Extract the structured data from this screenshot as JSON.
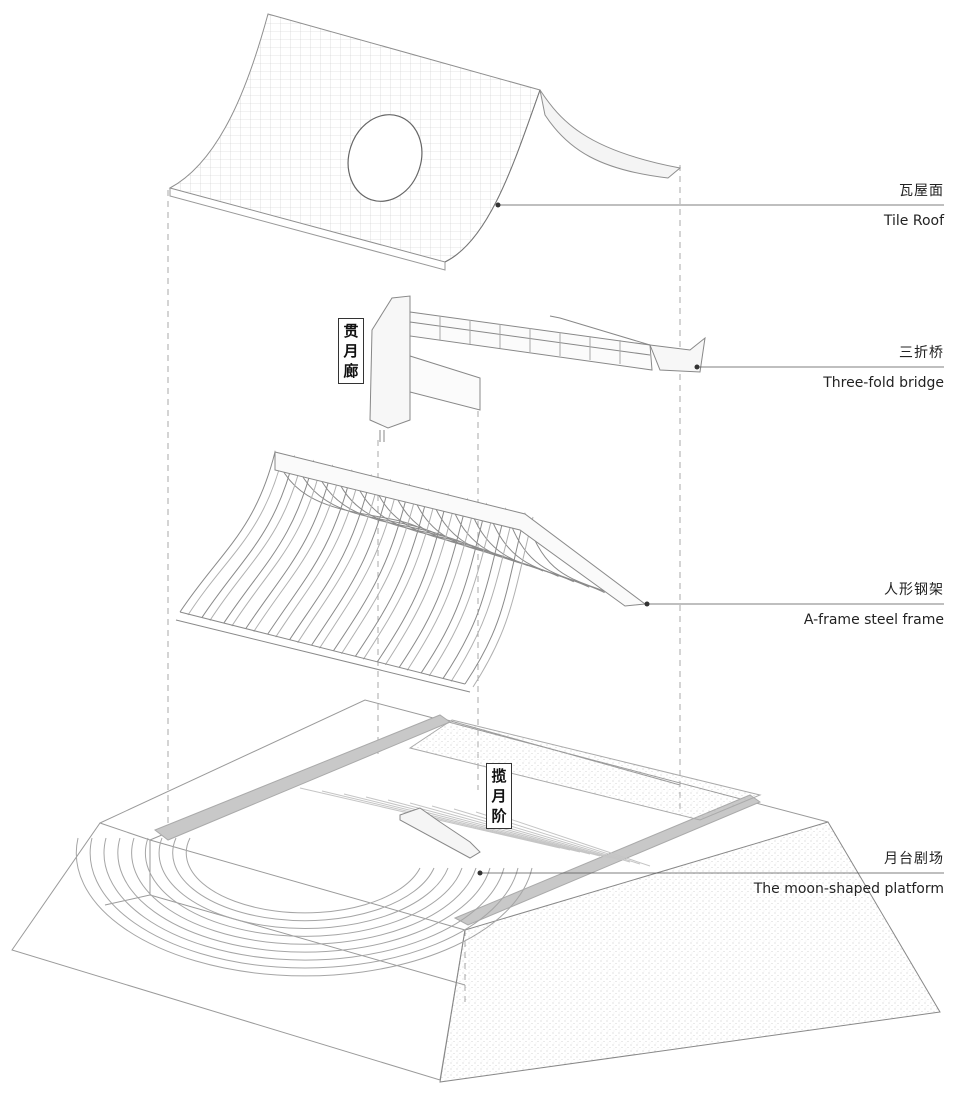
{
  "labels": {
    "tile_roof": {
      "cn": "瓦屋面",
      "en": "Tile Roof"
    },
    "bridge": {
      "cn": "三折桥",
      "en": "Three-fold bridge"
    },
    "frame": {
      "cn": "人形钢架",
      "en": "A-frame steel frame"
    },
    "platform": {
      "cn": "月台剧场",
      "en": "The moon-shaped platform"
    }
  },
  "vertical_labels": {
    "corridor": "贯月廊",
    "stairs": "揽月阶"
  },
  "colors": {
    "line": "#9a9a9a",
    "dark_line": "#555555",
    "grey_band": "#c8c8c8",
    "stipple": "#bdbdbd"
  }
}
